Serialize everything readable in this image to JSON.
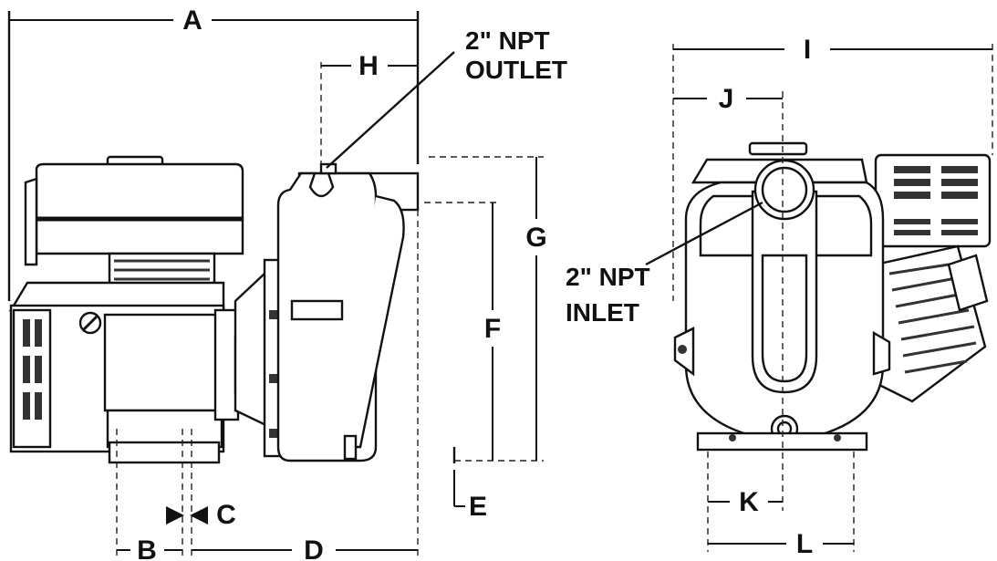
{
  "labels": {
    "A": "A",
    "B": "B",
    "C": "C",
    "D": "D",
    "E": "E",
    "F": "F",
    "G": "G",
    "H": "H",
    "I": "I",
    "J": "J",
    "K": "K",
    "L": "L"
  },
  "callouts": {
    "outlet_line1": "2\" NPT",
    "outlet_line2": "OUTLET",
    "inlet_line1": "2\" NPT",
    "inlet_line2": "INLET"
  },
  "colors": {
    "ink": "#111111",
    "body_fill": "#ffffff",
    "shade": "#d9d9d9",
    "dark": "#2a2a2a"
  }
}
